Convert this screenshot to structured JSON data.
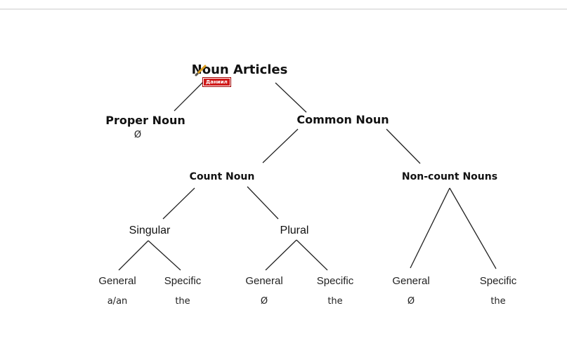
{
  "diagram": {
    "title": "Noun Articles",
    "branches": {
      "proper": {
        "label": "Proper Noun",
        "article": "Ø"
      },
      "common": {
        "label": "Common Noun",
        "count": {
          "label": "Count Noun",
          "singular": {
            "label": "Singular",
            "general": {
              "label": "General",
              "article": "a/an"
            },
            "specific": {
              "label": "Specific",
              "article": "the"
            }
          },
          "plural": {
            "label": "Plural",
            "general": {
              "label": "General",
              "article": "Ø"
            },
            "specific": {
              "label": "Specific",
              "article": "the"
            }
          }
        },
        "noncount": {
          "label": "Non-count Nouns",
          "general": {
            "label": "General",
            "article": "Ø"
          },
          "specific": {
            "label": "Specific",
            "article": "the"
          }
        }
      }
    }
  },
  "overlay": {
    "stamp_text": "Даниил",
    "pencil_icon": "pencil-icon",
    "stamp_color": "#d01818"
  }
}
